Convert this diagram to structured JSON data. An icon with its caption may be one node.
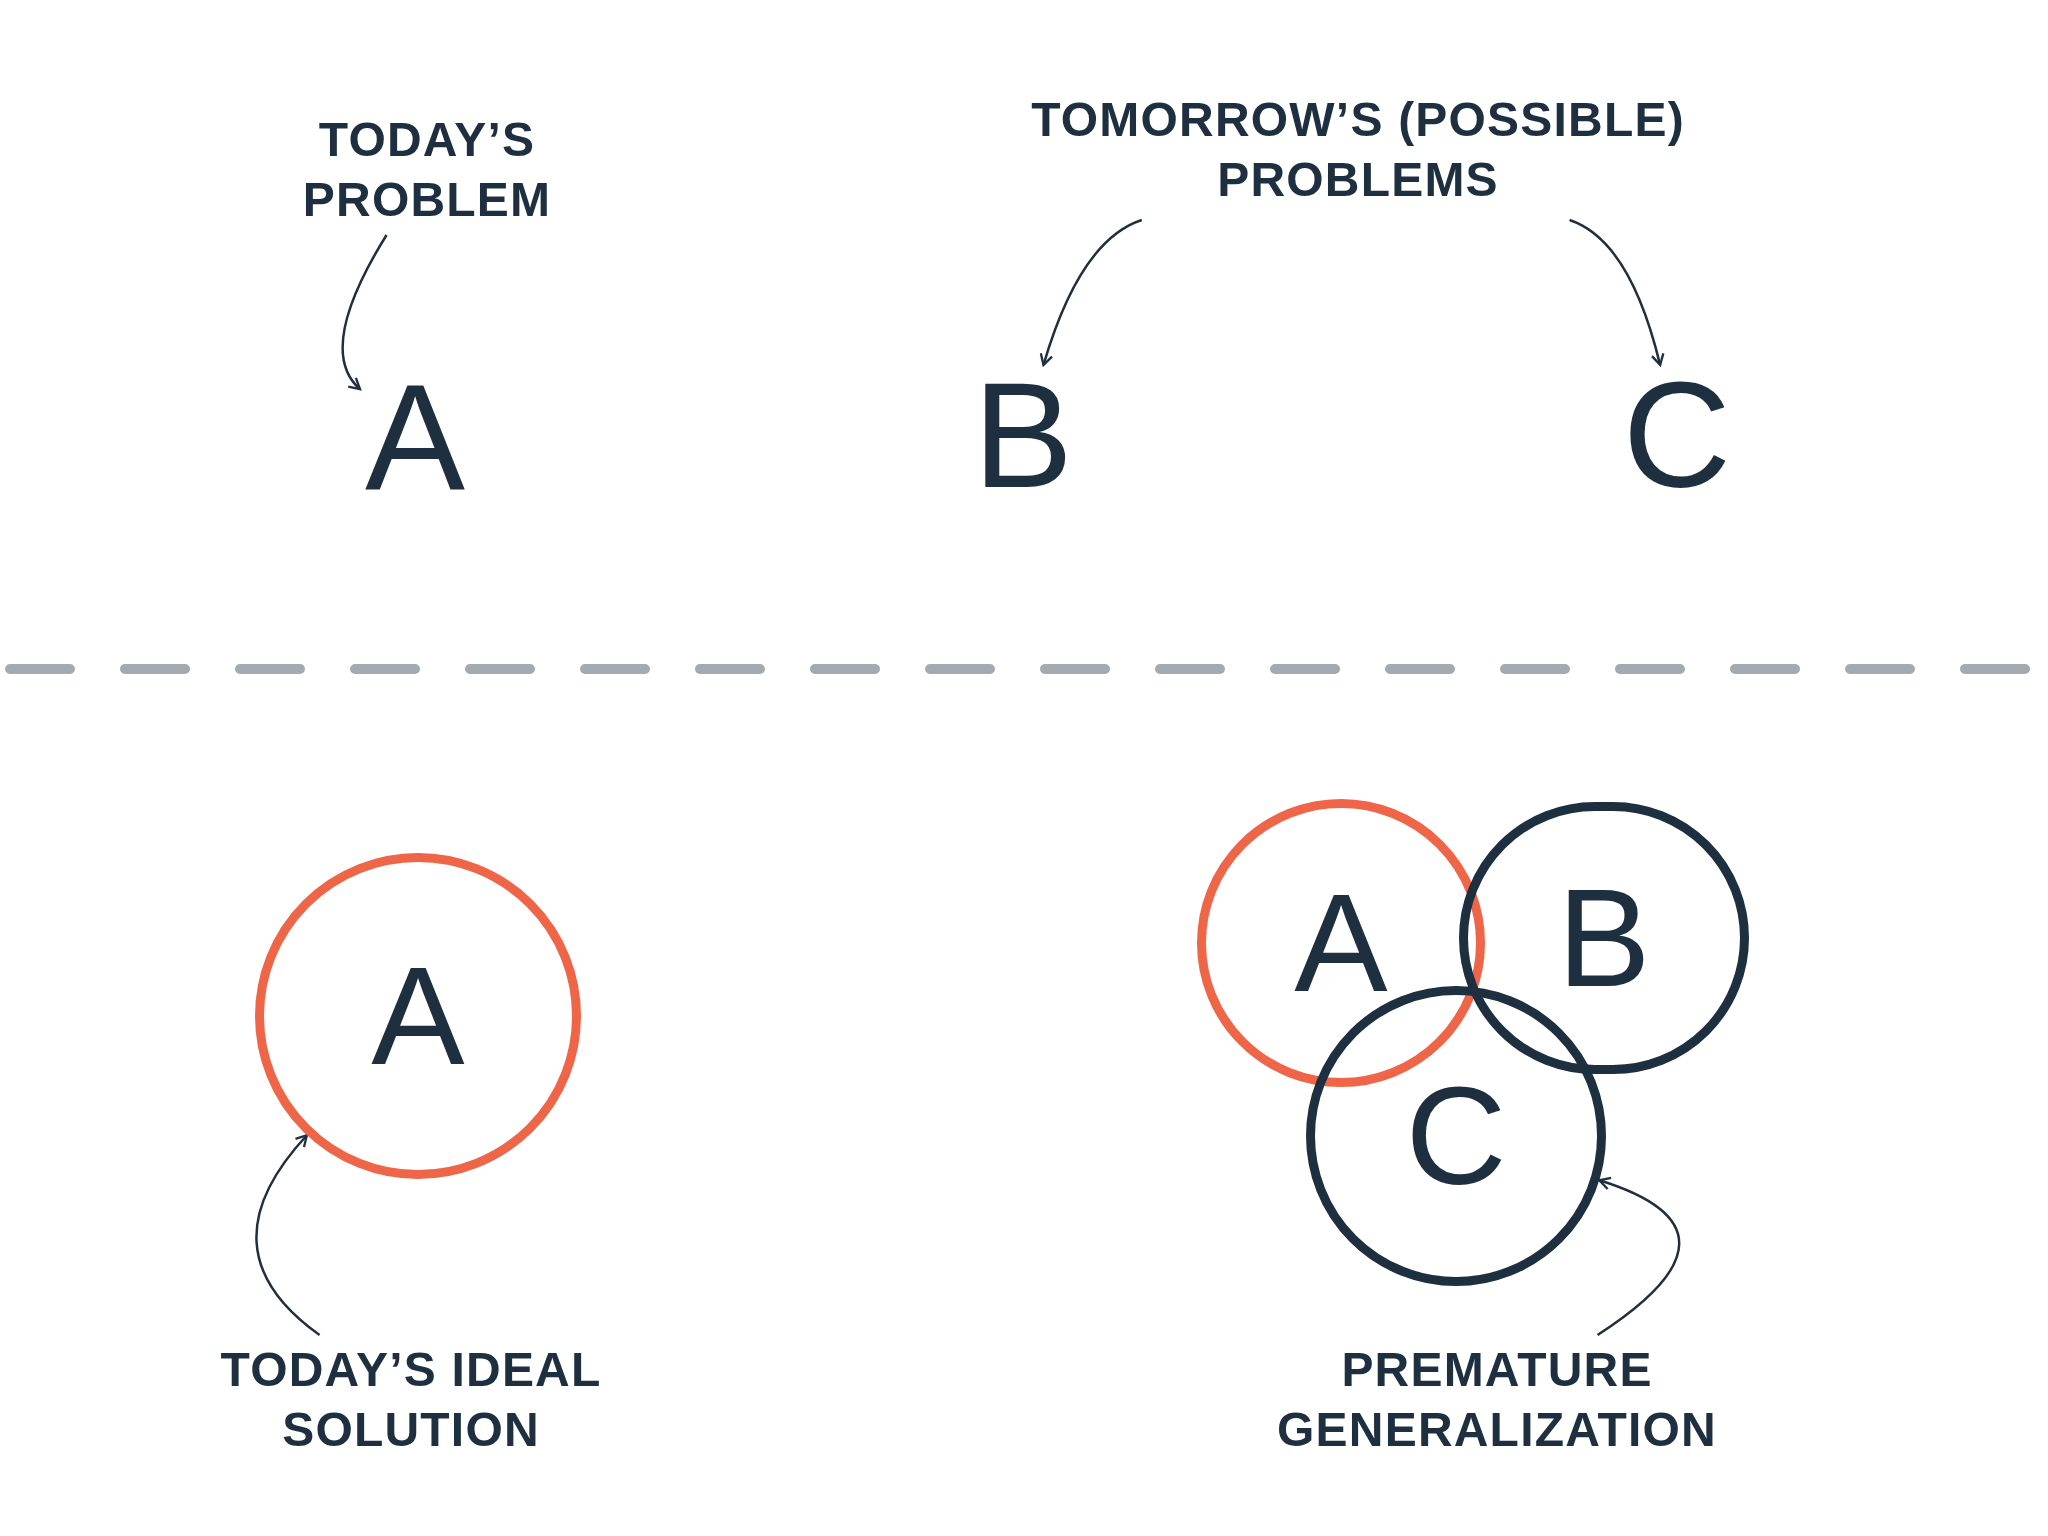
{
  "diagram": {
    "nodes": [
      {
        "text": [
          "TODAY’S PROBLEM"
        ]
      },
      {
        "text": [
          "A"
        ]
      },
      {
        "text": [
          "TOMORROW’S (POSSIBLE) PROBLEMS"
        ]
      },
      {
        "text": [
          "B"
        ]
      },
      {
        "text": [
          "C"
        ]
      },
      {
        "text": [
          "A"
        ]
      },
      {
        "text": [
          "TODAY’S IDEAL SOLUTION"
        ]
      },
      {
        "text": [
          "A"
        ]
      },
      {
        "text": [
          "B"
        ]
      },
      {
        "text": [
          "C"
        ]
      },
      {
        "text": [
          "PREMATURE GENERALIZATION"
        ]
      }
    ],
    "edges": [
      {
        "from": 0,
        "to": 1,
        "arrow": "to"
      },
      {
        "from": 2,
        "to": 3,
        "arrow": "to"
      },
      {
        "from": 2,
        "to": 4,
        "arrow": "to"
      },
      {
        "from": 6,
        "to": 5,
        "arrow": "to"
      },
      {
        "from": 10,
        "to": 9,
        "arrow": "to"
      }
    ]
  }
}
